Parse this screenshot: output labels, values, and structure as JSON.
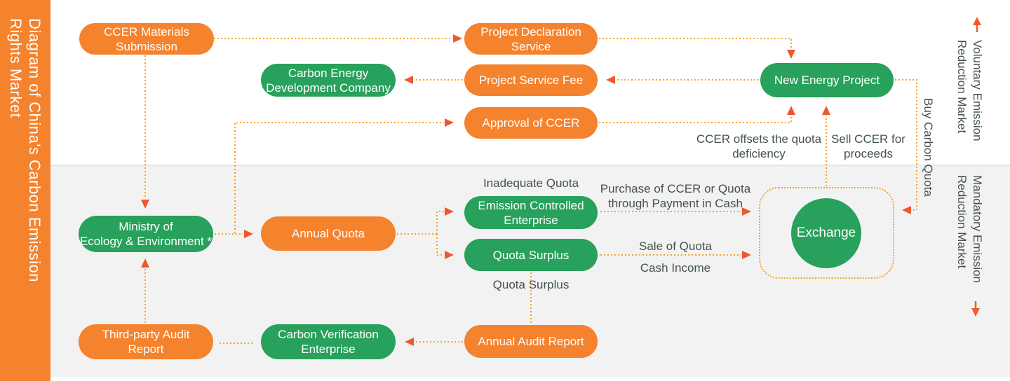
{
  "title": "Diagram of China's Carbon Emission\nRights Market",
  "colors": {
    "orange_box": "#F5822D",
    "green_box": "#27A15B",
    "dotted_line": "#F9A22E",
    "arrowhead": "#F1572D",
    "label_text": "#44534C",
    "lower_band_bg": "#F2F2F2"
  },
  "nodes": {
    "ccer_materials_submission": "CCER Materials\nSubmission",
    "project_declaration_service": "Project Declaration\nService",
    "carbon_energy_development_company": "Carbon Energy\nDevelopment Company",
    "project_service_fee": "Project Service Fee",
    "approval_of_ccer": "Approval of CCER",
    "new_energy_project": "New Energy Project",
    "ministry_ecology_environment": "Ministry of\nEcology & Environment *",
    "annual_quota": "Annual Quota",
    "emission_controlled_enterprise": "Emission Controlled\nEnterprise",
    "quota_surplus": "Quota Surplus",
    "third_party_audit_report": "Third-party Audit\nReport",
    "carbon_verification_enterprise": "Carbon Verification\nEnterprise",
    "annual_audit_report": "Annual Audit Report",
    "exchange": "Exchange"
  },
  "labels": {
    "inadequate_quota": "Inadequate Quota",
    "quota_surplus_flow": "Quota Surplus",
    "purchase_of_ccer": "Purchase of CCER or Quota\nthrough Payment in Cash",
    "sale_of_quota": "Sale of Quota",
    "cash_income": "Cash Income",
    "ccer_offsets": "CCER offsets the quota\ndeficiency",
    "sell_ccer": "Sell CCER for\nproceeds",
    "buy_carbon_quota": "Buy Carbon Quota",
    "voluntary_market": "Voluntary Emission\nReduction Market",
    "mandatory_market": "Mandatory Emission\nReduction Market"
  }
}
